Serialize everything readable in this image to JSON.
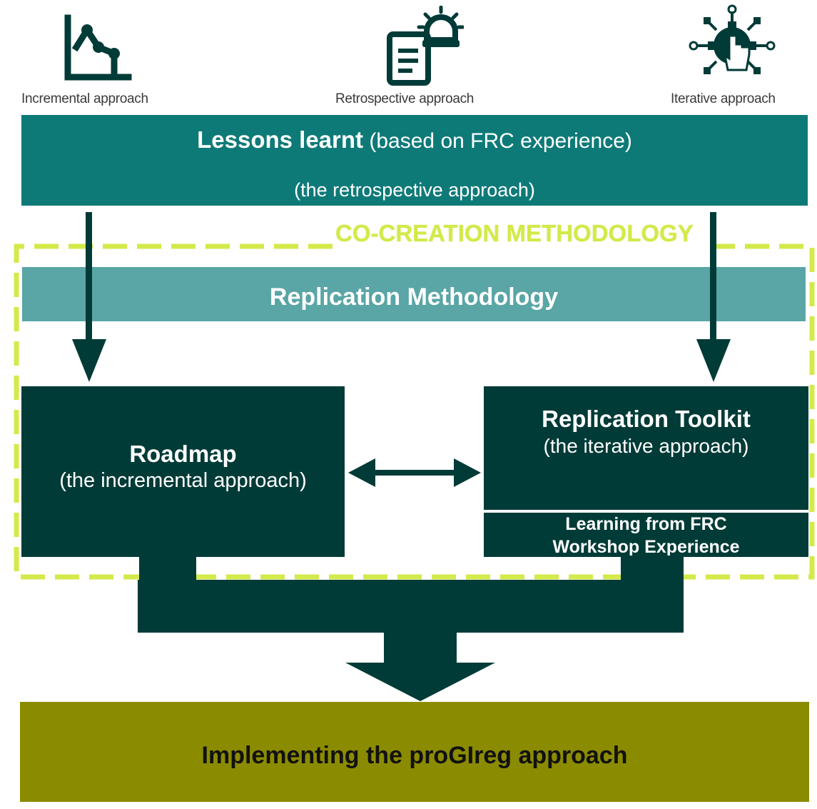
{
  "icons": [
    {
      "name": "incremental-chart-icon",
      "label": "Incremental approach"
    },
    {
      "name": "retrospective-document-icon",
      "label": "Retrospective approach"
    },
    {
      "name": "iterative-gear-hand-icon",
      "label": "Iterative approach"
    }
  ],
  "lessons": {
    "title": "Lessons learnt",
    "subtitle": "(based on FRC experience)",
    "note": "(the retrospective approach)"
  },
  "cocreation": {
    "title": "CO-CREATION METHODOLOGY"
  },
  "replication_methodology": {
    "title": "Replication Methodology"
  },
  "roadmap": {
    "title": "Roadmap",
    "subtitle": "(the incremental approach)"
  },
  "toolkit": {
    "title": "Replication Toolkit",
    "subtitle": "(the iterative approach)"
  },
  "workshop": {
    "line1": "Learning from FRC",
    "line2": "Workshop Experience"
  },
  "implementing": {
    "title": "Implementing the proGIreg approach"
  },
  "colors": {
    "teal": "#0e7a78",
    "light_teal": "#5aa5a6",
    "dark_teal": "#003b37",
    "lime": "#d4e94a",
    "olive": "#8b8b00"
  }
}
